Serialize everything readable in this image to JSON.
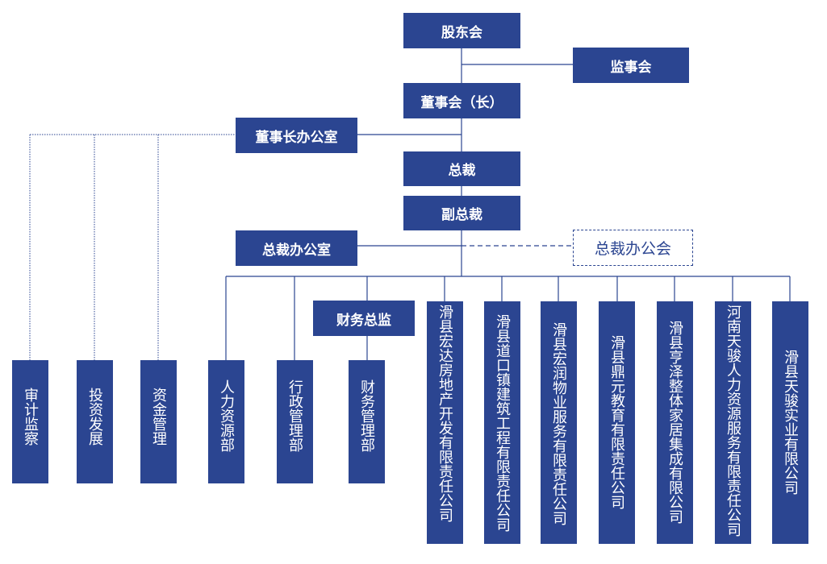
{
  "top": {
    "shareholders": "股东会",
    "supervisors": "监事会",
    "board": "董事会（长）",
    "chair_office": "董事长办公室",
    "president": "总裁",
    "vice_president": "副总裁",
    "president_office": "总裁办公室",
    "president_meeting": "总裁办公会",
    "cfo": "财务总监"
  },
  "departments": [
    "审计监察",
    "投资发展",
    "资金管理",
    "人力资源部",
    "行政管理部",
    "财务管理部"
  ],
  "companies": [
    "滑县宏达房地产开发有限责任公司",
    "滑县道口镇建筑工程有限责任公司",
    "滑县宏润物业服务有限责任公司",
    "滑县鼎元教育有限责任公司",
    "滑县亨泽整体家居集成有限公司",
    "河南天骏人力资源服务有限责任公司",
    "滑县天骏实业有限公司"
  ],
  "colors": {
    "box": "#2b4591",
    "line": "#2b4591"
  }
}
